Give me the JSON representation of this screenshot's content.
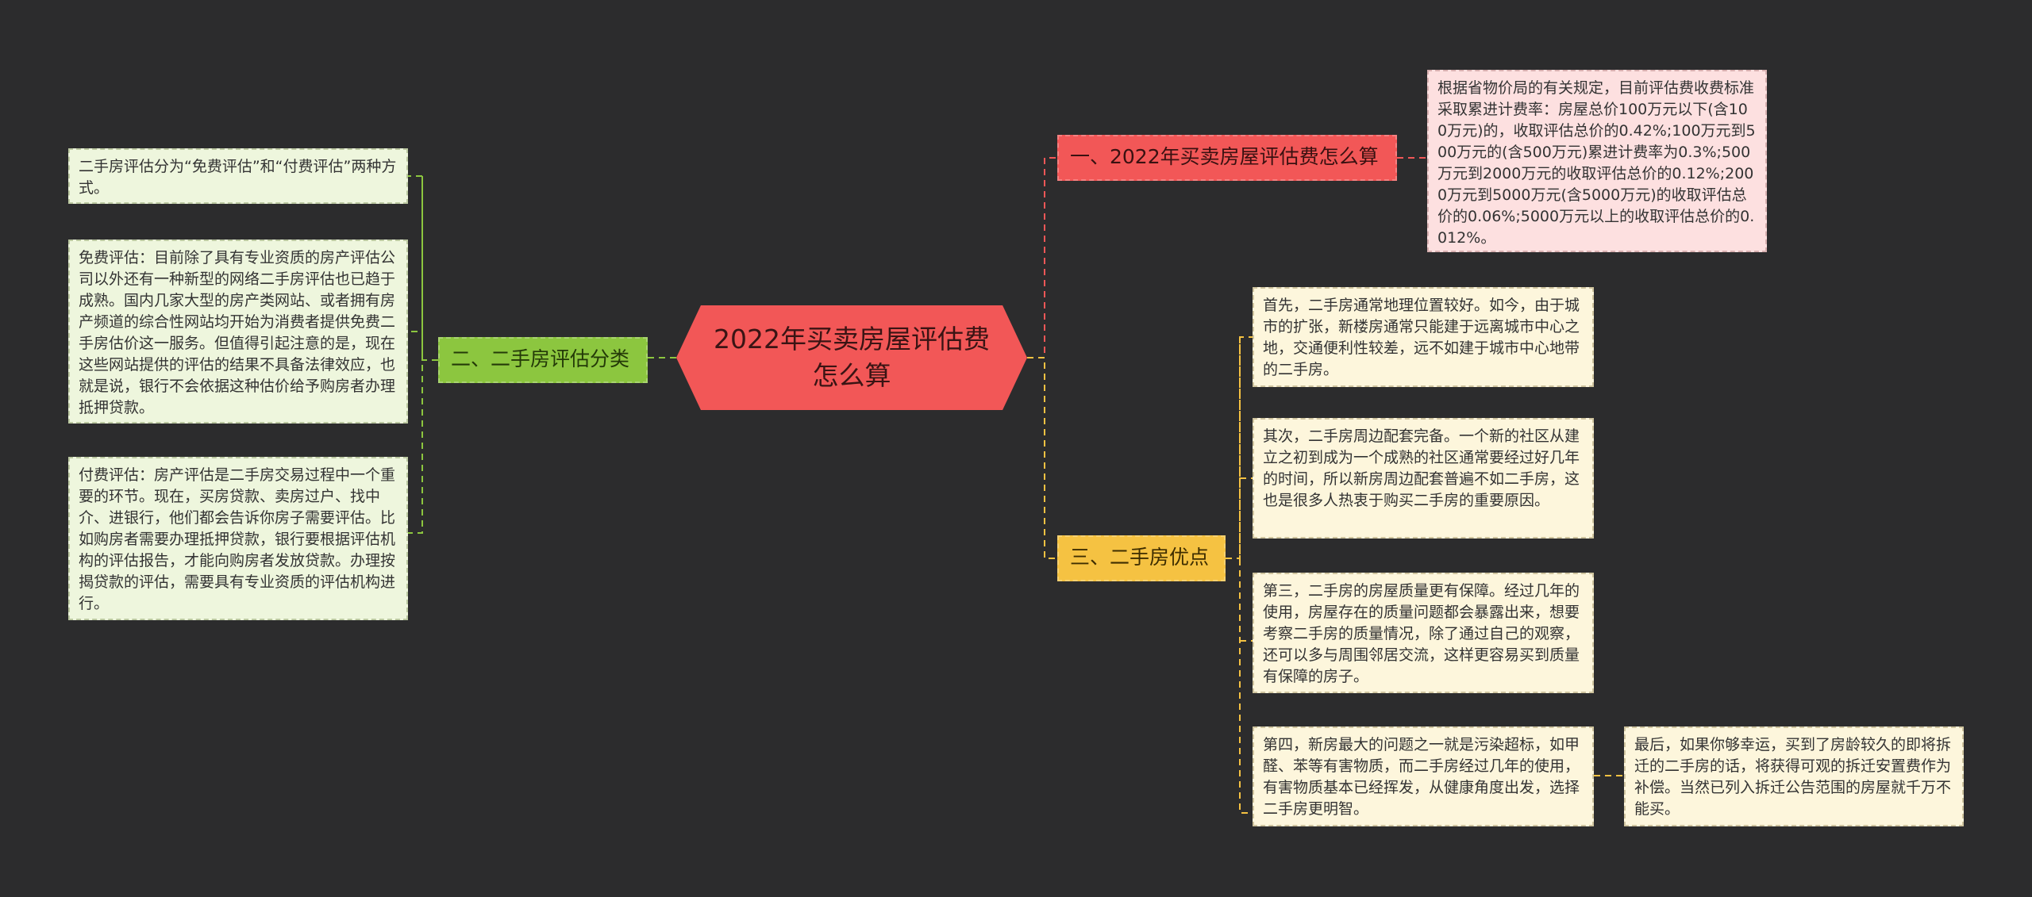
{
  "center": {
    "label": "2022年买卖房屋评估费怎么算"
  },
  "branches": {
    "price": {
      "label": "一、2022年买卖房屋评估费怎么算"
    },
    "types": {
      "label": "二、二手房评估分类"
    },
    "advantages": {
      "label": "三、二手房优点"
    }
  },
  "leaves": {
    "price_rule": "根据省物价局的有关规定，目前评估费收费标准采取累进计费率：房屋总价100万元以下(含100万元)的，收取评估总价的0.42%;100万元到500万元的(含500万元)累进计费率为0.3%;500万元到2000万元的收取评估总价的0.12%;2000万元到5000万元(含5000万元)的收取评估总价的0.06%;5000万元以上的收取评估总价的0.012%。",
    "types_intro": "二手房评估分为“免费评估”和“付费评估”两种方式。",
    "free_eval": "免费评估：目前除了具有专业资质的房产评估公司以外还有一种新型的网络二手房评估也已趋于成熟。国内几家大型的房产类网站、或者拥有房产频道的综合性网站均开始为消费者提供免费二手房估价这一服务。但值得引起注意的是，现在这些网站提供的评估的结果不具备法律效应，也就是说，银行不会依据这种估价给予购房者办理抵押贷款。",
    "paid_eval": "付费评估：房产评估是二手房交易过程中一个重要的环节。现在，买房贷款、卖房过户、找中介、进银行，他们都会告诉你房子需要评估。比如购房者需要办理抵押贷款，银行要根据评估机构的评估报告，才能向购房者发放贷款。办理按揭贷款的评估，需要具有专业资质的评估机构进行。",
    "adv_first": "首先，二手房通常地理位置较好。如今，由于城市的扩张，新楼房通常只能建于远离城市中心之地，交通便利性较差，远不如建于城市中心地带的二手房。",
    "adv_second": "其次，二手房周边配套完备。一个新的社区从建立之初到成为一个成熟的社区通常要经过好几年的时间，所以新房周边配套普遍不如二手房，这也是很多人热衷于购买二手房的重要原因。",
    "adv_third": "第三，二手房的房屋质量更有保障。经过几年的使用，房屋存在的质量问题都会暴露出来，想要考察二手房的质量情况，除了通过自己的观察，还可以多与周围邻居交流，这样更容易买到质量有保障的房子。",
    "adv_fourth": "第四，新房最大的问题之一就是污染超标，如甲醛、苯等有害物质，而二手房经过几年的使用，有害物质基本已经挥发，从健康角度出发，选择二手房更明智。",
    "adv_last": "最后，如果你够幸运，买到了房龄较久的即将拆迁的二手房的话，将获得可观的拆迁安置费作为补偿。当然已列入拆迁公告范围的房屋就千万不能买。"
  },
  "colors": {
    "background": "#2c2c2d",
    "center": "#f25757",
    "branch_red": "#f25757",
    "branch_green": "#8cc63f",
    "branch_yellow": "#f5c242",
    "leaf_pink": "#fde0e0",
    "leaf_green": "#eef6dd",
    "leaf_yellow": "#fdf6dc"
  }
}
